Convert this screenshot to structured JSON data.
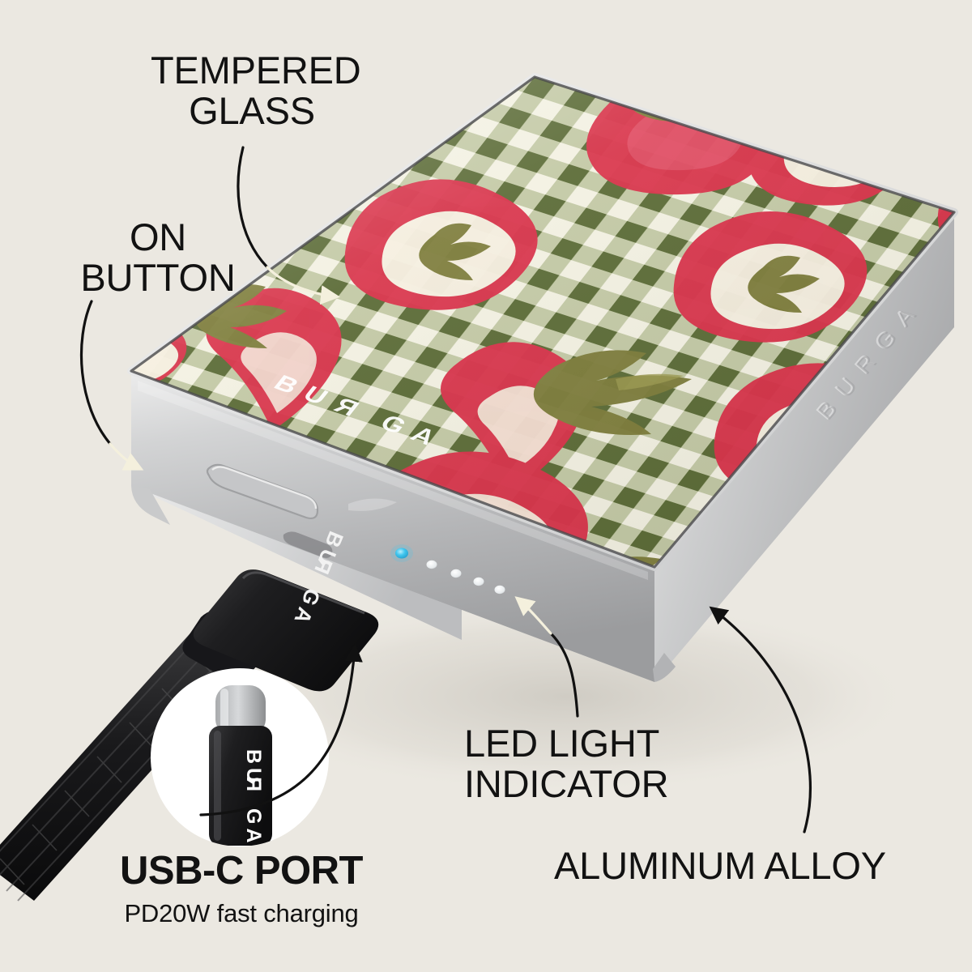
{
  "meta": {
    "kind": "product-feature-infographic",
    "product": "BURGA magnetic power bank",
    "background_color": "#ebe8e1"
  },
  "colors": {
    "background": "#ebe8e1",
    "text": "#121212",
    "aluminum_light": "#e3e3e3",
    "aluminum_mid": "#bfc0c1",
    "aluminum_dark": "#98999b",
    "gingham_green": "#5b6b36",
    "gingham_green_light": "#9aa873",
    "gingham_cream": "#f3f1e2",
    "tomato_red": "#d9324a",
    "tomato_red_light": "#e8627a",
    "tomato_flesh": "#f6efe0",
    "tomato_stem": "#7d7c3a",
    "connector_black": "#1d1d1f",
    "connector_silver": "#b9bbbd",
    "led_on": "#3fc6ef",
    "led_off": "#eef2f3",
    "arrow_dark": "#111111",
    "arrow_light": "#f4f0dd",
    "inset_circle": "#ffffff"
  },
  "labels": {
    "tempered_glass": "TEMPERED\nGLASS",
    "on_button": "ON\nBUTTON",
    "led_light_indicator": "LED LIGHT\nINDICATOR",
    "aluminum_alloy": "ALUMINUM ALLOY",
    "usb_c_port": "USB-C PORT",
    "usb_c_sub": "PD20W fast charging"
  },
  "branding": {
    "glass_logo": "BURGA",
    "side_emboss_logo": "BURGA",
    "connector_logo": "BURGA",
    "inset_connector_logo": "BURGA"
  },
  "device": {
    "top_surface": "tempered glass with watercolor tomato on green gingham print",
    "body_material": "aluminum alloy",
    "on_button_shape": "rounded pill recessed button",
    "led_indicator": {
      "count": 5,
      "lit_count": 1,
      "lit_color": "#3fc6ef",
      "off_color": "#eef2f3"
    }
  },
  "cable": {
    "type": "braided USB-C cable",
    "color": "#1c1c1e",
    "connector_label": "BURGA"
  },
  "callouts": [
    {
      "id": "tempered-glass",
      "label": "TEMPERED GLASS",
      "arrow_color": "mixed-dark-then-light"
    },
    {
      "id": "on-button",
      "label": "ON BUTTON",
      "arrow_color": "dark-to-light"
    },
    {
      "id": "usb-c-port",
      "label": "USB-C PORT",
      "arrow_color": "dark"
    },
    {
      "id": "led-light-indicator",
      "label": "LED LIGHT INDICATOR",
      "arrow_color": "dark-to-light"
    },
    {
      "id": "aluminum-alloy",
      "label": "ALUMINUM ALLOY",
      "arrow_color": "dark"
    }
  ]
}
